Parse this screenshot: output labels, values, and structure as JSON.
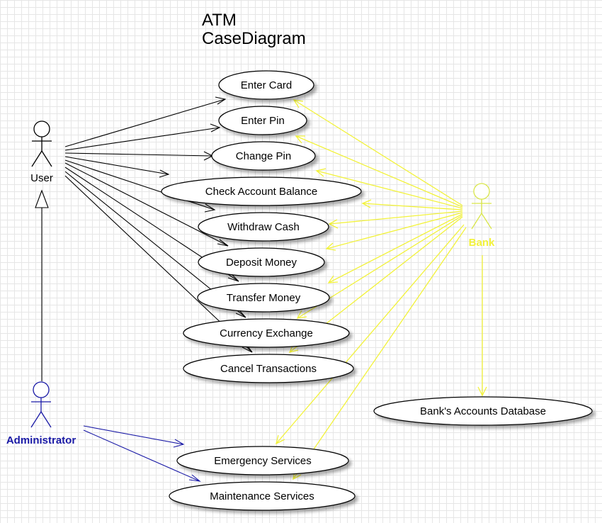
{
  "title": {
    "line1": "ATM",
    "line2": "CaseDiagram"
  },
  "colors": {
    "user": "#000000",
    "bank": "#f2f23a",
    "admin": "#1a1aa6"
  },
  "actors": {
    "user": "User",
    "bank": "Bank",
    "admin": "Administrator"
  },
  "use_cases": {
    "enter_card": "Enter Card",
    "enter_pin": "Enter Pin",
    "change_pin": "Change Pin",
    "check_balance": "Check Account Balance",
    "withdraw": "Withdraw Cash",
    "deposit": "Deposit Money",
    "transfer": "Transfer Money",
    "currency": "Currency Exchange",
    "cancel": "Cancel Transactions",
    "database": "Bank's Accounts Database",
    "emergency": "Emergency Services",
    "maintenance": "Maintenance Services"
  }
}
